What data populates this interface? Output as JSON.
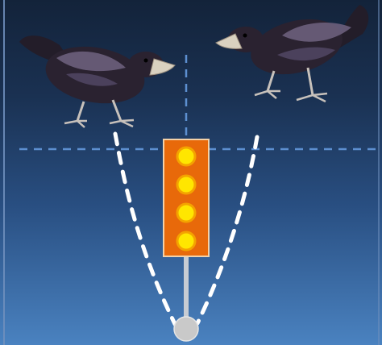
{
  "colors": {
    "background_top": "#13233a",
    "background_bottom": "#4a82c0",
    "guide_line": "#5d8fd0",
    "trajectory": "#ffffff",
    "feeder_body": "#e8690a",
    "feeder_border": "#f3d1a8",
    "feeder_button": "#ffe600",
    "feeder_button_ring": "#f4a300",
    "pole": "#c7ccd3",
    "pivot": "#c9c9c9",
    "bird_body": "#2a2230",
    "bird_highlight": "#6b5f7c",
    "beak": "#d9d1c0"
  },
  "scene": {
    "feeder_buttons": [
      {
        "id": "button-1"
      },
      {
        "id": "button-2"
      },
      {
        "id": "button-3"
      },
      {
        "id": "button-4"
      }
    ],
    "birds": [
      {
        "id": "left-bird",
        "facing": "right"
      },
      {
        "id": "right-bird",
        "facing": "left"
      }
    ]
  }
}
